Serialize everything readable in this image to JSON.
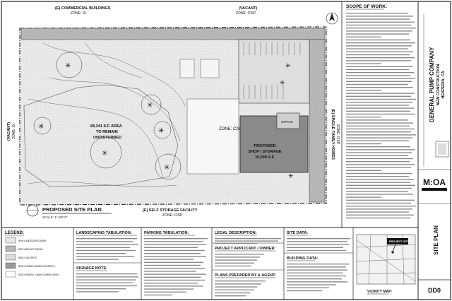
{
  "plan": {
    "north_label": "(E) COMMERCIAL BUILDINGS",
    "north_zone": "ZONE: GI",
    "north_label_2": "(VACANT)",
    "north_zone_2": "ZONE: CISP",
    "west_label": "(VACANT)",
    "west_zone": "ZONE: GI",
    "east_label": "(E) SINGLE FAMILY HOMES",
    "east_zone": "ZONE: CISP",
    "south_label": "(E) SELF STORAGE FACILITY",
    "south_zone": "ZONE: CISP",
    "site_zone": "ZONE: CISP",
    "undisturbed_area": "68,341 S.F. AREA",
    "undisturbed_note": "TO REMAIN",
    "undisturbed_note_2": "UNDISTURBED",
    "building_name": "PROPOSED",
    "building_use": "SHOP / STORAGE",
    "building_size": "10,000 S.F.",
    "office_label": "OFFICE",
    "title": "PROPOSED SITE PLAN",
    "scale": "SCALE: 1\"=50'-0\""
  },
  "scope": {
    "title": "SCOPE OF WORK:"
  },
  "bottom": {
    "legend_title": "LEGEND:",
    "legend_items": [
      "NEW LANDSCAPED AREA",
      "NEW ASPHALT PAVING",
      "NEW CONCRETE",
      "NEW SHADED WATER ELEMENTS",
      "NON-GRADED / UNDISTURBED AREA"
    ],
    "landscaping_title": "LANDSCAPING TABULATION:",
    "signage_title": "SIGNAGE NOTE:",
    "parking_title": "PARKING TABULATION:",
    "legal_title": "LEGAL DESCRIPTION:",
    "applicant_title": "PROJECT APPLICANT / OWNER:",
    "prepared_title": "PLANS PREPARED BY & AGENT:",
    "site_data_title": "SITE DATA:",
    "building_data_title": "BUILDING DATA:",
    "vicinity_title": "VICINITY MAP:",
    "project_site": "PROJECT SITE"
  },
  "titleblock": {
    "company": "GENERAL PUMP COMPANY",
    "project": "NEW CONSTRUCTION",
    "location": "HESPERIA, CA",
    "firm": "M:OA",
    "sheet_title": "SITE PLAN",
    "sheet_number": "DD0"
  },
  "colors": {
    "paving": "#9a9a9a",
    "building": "#7a7a7a",
    "landscape": "#cfcfcf",
    "ink": "#111111"
  }
}
